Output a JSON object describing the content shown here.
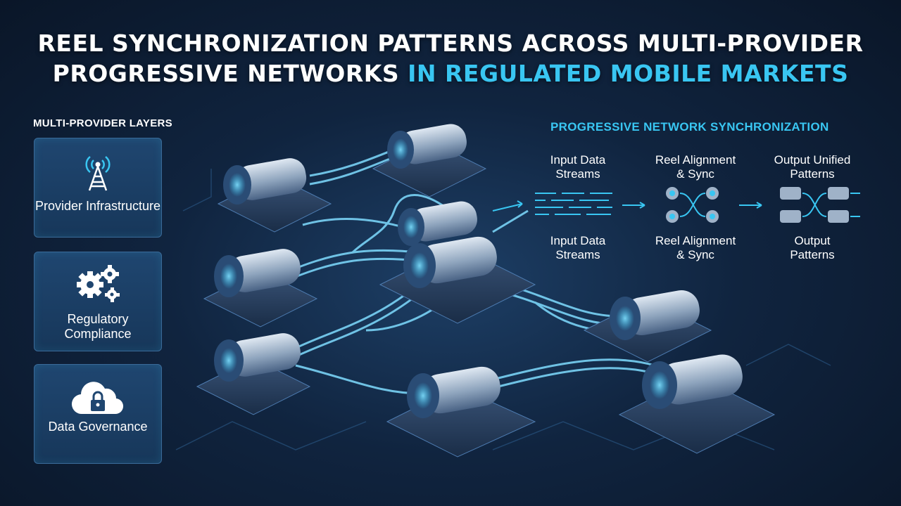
{
  "title": {
    "line1": "REEL SYNCHRONIZATION PATTERNS ACROSS MULTI-PROVIDER",
    "line2_main": "PROGRESSIVE NETWORKS",
    "line2_accent": "IN REGULATED MOBILE MARKETS"
  },
  "layers": {
    "heading": "MULTI-PROVIDER LAYERS",
    "items": [
      {
        "label": "Provider\nInfrastructure",
        "icon": "cell-tower-icon"
      },
      {
        "label": "Regulatory\nCompliance",
        "icon": "gears-icon"
      },
      {
        "label": "Data\nGovernance",
        "icon": "cloud-lock-icon"
      }
    ]
  },
  "sync": {
    "heading": "PROGRESSIVE NETWORK SYNCHRONIZATION",
    "top_row": [
      "Input Data\nStreams",
      "Reel Alignment\n& Sync",
      "Output Unified\nPatterns"
    ],
    "bottom_row": [
      "Input Data\nStreams",
      "Reel Alignment\n& Sync",
      "Output\nPatterns"
    ]
  },
  "colors": {
    "accent": "#39c6f2",
    "background": "#10243f",
    "card": "#1f4670"
  }
}
